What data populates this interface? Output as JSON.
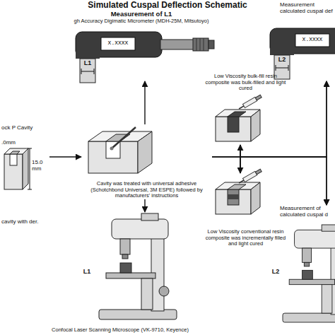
{
  "diagram": {
    "title": "Simulated Cuspal Deflection Schematic",
    "nodes": [
      {
        "text": [
          "ock P Cavity",
          "cavity with der."
        ]
      },
      {
        "text": [
          "Measurement of L1",
          "gh Accuracy Digimatic Micrometer (MDH-25M, Mitsutoyo)"
        ]
      },
      {
        "text": [
          "Cavity was treated with universal adhesive (Schotchbond Universal, 3M ESPE) followed by manufacturers' instructions"
        ]
      },
      {
        "text": [
          "Confocal Laser Scanning Microscope (VK-9710, Keyence)"
        ]
      },
      {
        "text": [
          "Low Viscosity bulk-fill resin composite was bulk-filled and light cured"
        ]
      },
      {
        "text": [
          "Low Viscosity conventional resin composite was incrementally filled and light cured"
        ]
      },
      {
        "text": [
          "Measurement calculated cuspal def"
        ]
      },
      {
        "text": [
          "Measurement of calculated cuspal d"
        ]
      }
    ],
    "edges": [
      {
        "from": 0,
        "to": 2,
        "arrow": "to"
      },
      {
        "from": 2,
        "to": 1,
        "arrow": "to"
      },
      {
        "from": 2,
        "to": 3,
        "arrow": "to"
      },
      {
        "from": 2,
        "to": 4,
        "arrow": "to"
      },
      {
        "from": 2,
        "to": 5,
        "arrow": "to"
      },
      {
        "from": 4,
        "to": 6,
        "arrow": "to"
      },
      {
        "from": 4,
        "to": 7,
        "arrow": "to"
      },
      {
        "from": 5,
        "to": 6,
        "arrow": "to"
      },
      {
        "from": 5,
        "to": 7,
        "arrow": "to"
      }
    ],
    "labels": [
      "X.XXXX",
      "L1",
      "X.XXXX",
      "L2",
      ".0mm",
      "15.0 mm",
      "L1",
      "L2"
    ]
  }
}
